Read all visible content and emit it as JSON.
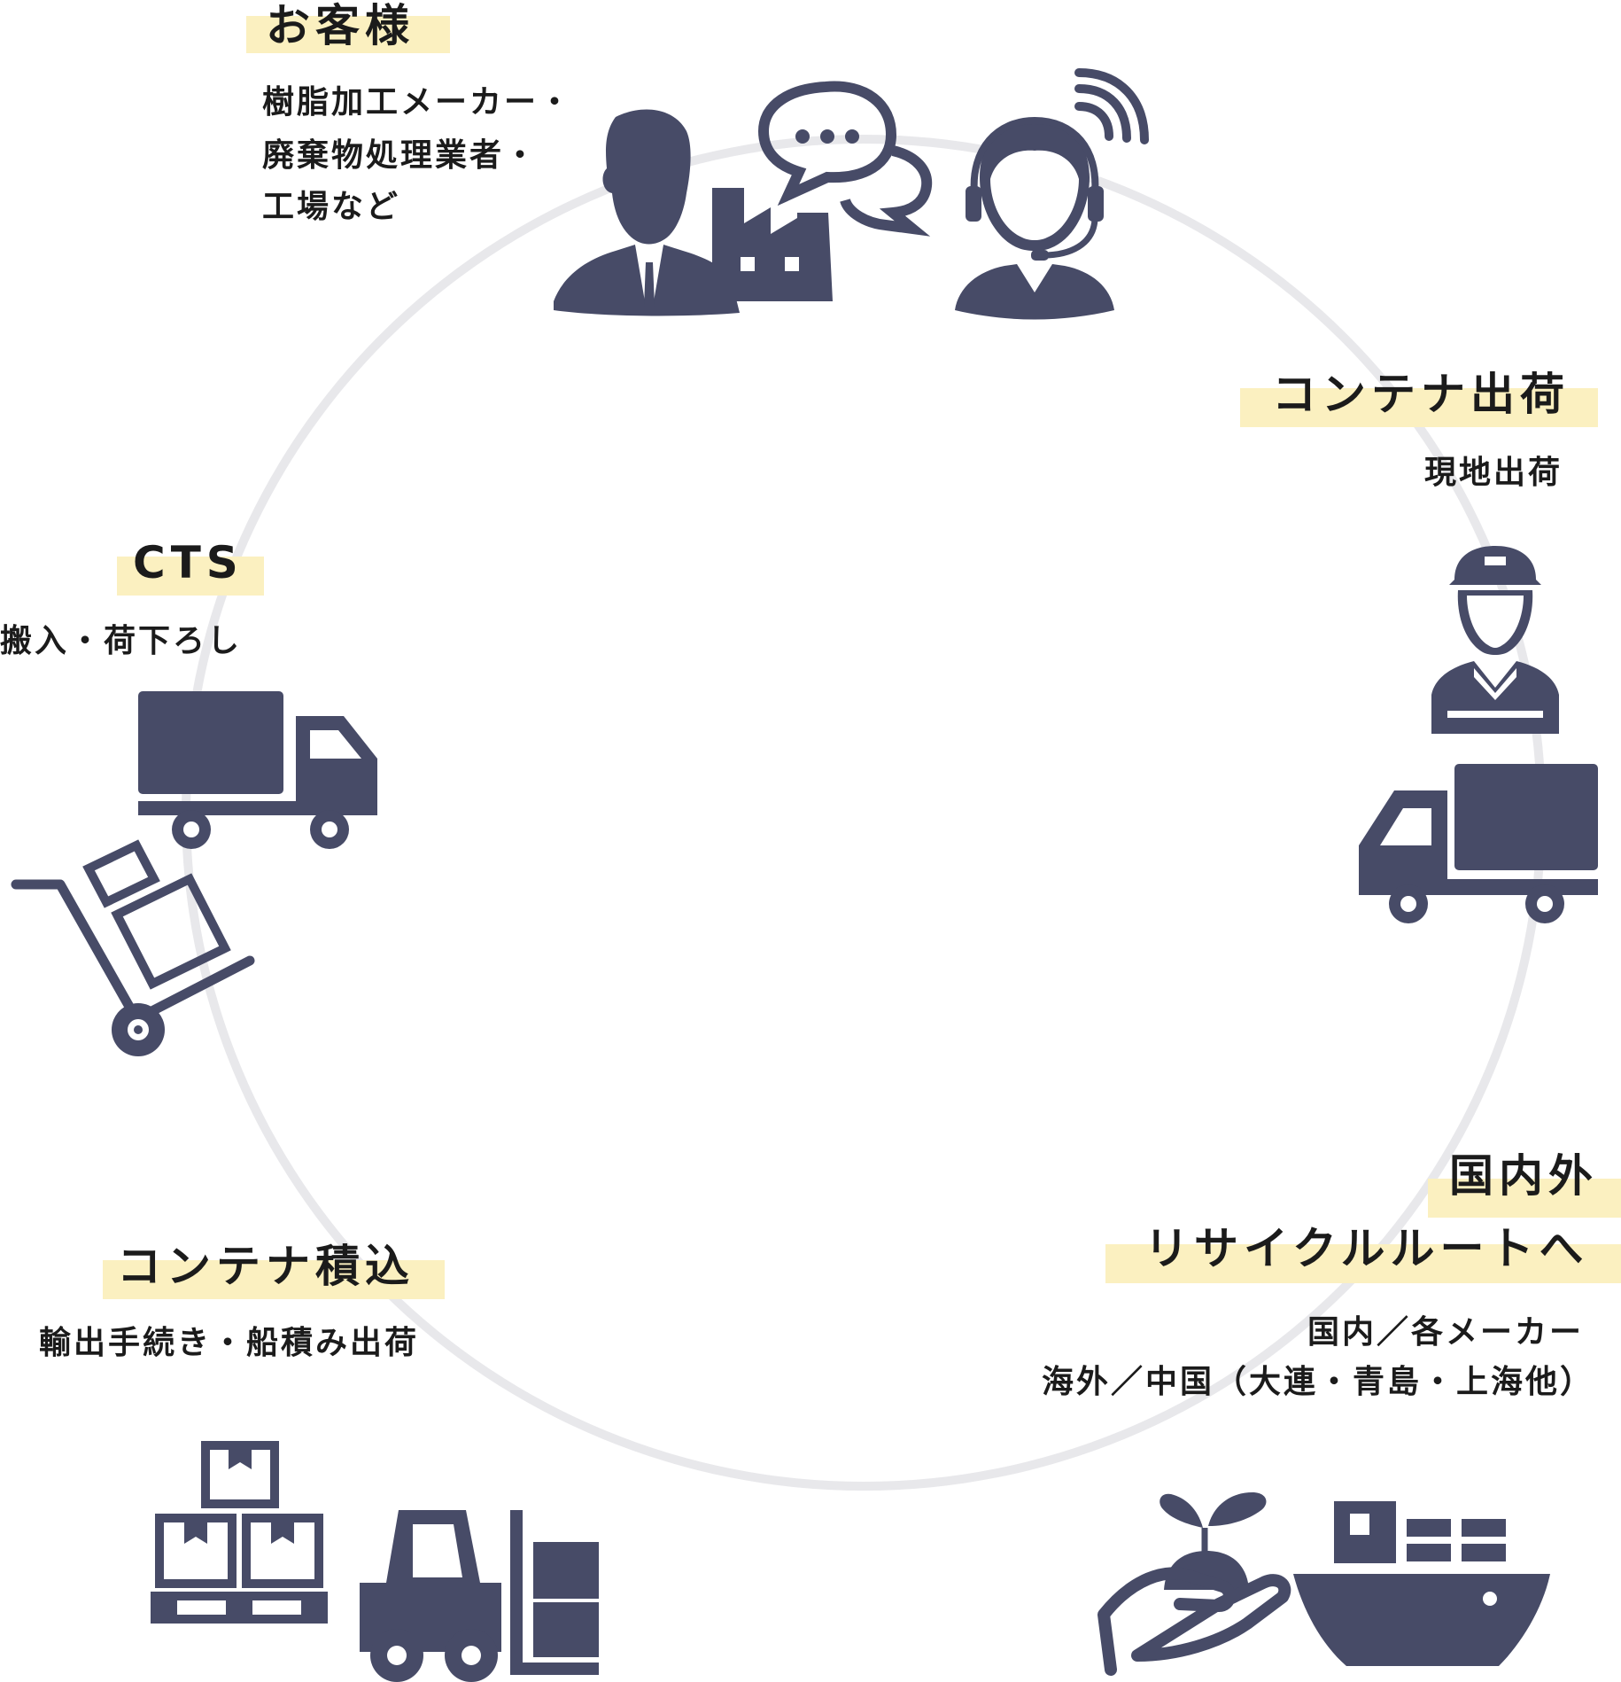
{
  "diagram": {
    "accent_color": "#474b67",
    "highlight_color": "#fbf0c0",
    "ring_color": "#e8e8eb",
    "steps": {
      "customer": {
        "title": "お客様",
        "lines": [
          "樹脂加工メーカー・",
          "廃棄物処理業者・",
          "工場など"
        ],
        "icons": [
          "businessman-icon",
          "factory-icon",
          "speech-bubbles-icon",
          "operator-headset-icon",
          "signal-waves-icon"
        ]
      },
      "container_shipping": {
        "title": "コンテナ出荷",
        "lines": [
          "現地出荷"
        ],
        "icons": [
          "delivery-worker-icon",
          "delivery-truck-icon"
        ]
      },
      "cts": {
        "title": "CTS",
        "lines": [
          "搬入・荷下ろし"
        ],
        "icons": [
          "truck-icon",
          "hand-cart-icon"
        ]
      },
      "recycle_route": {
        "title_line1": "国内外",
        "title_line2": "リサイクルルートへ",
        "lines": [
          "国内／各メーカー",
          "海外／中国（大連・青島・上海他）"
        ],
        "icons": [
          "sprout-hand-icon",
          "cargo-ship-icon"
        ]
      },
      "container_loading": {
        "title": "コンテナ積込",
        "lines": [
          "輸出手続き・船積み出荷"
        ],
        "icons": [
          "pallet-boxes-icon",
          "forklift-icon"
        ]
      }
    }
  }
}
